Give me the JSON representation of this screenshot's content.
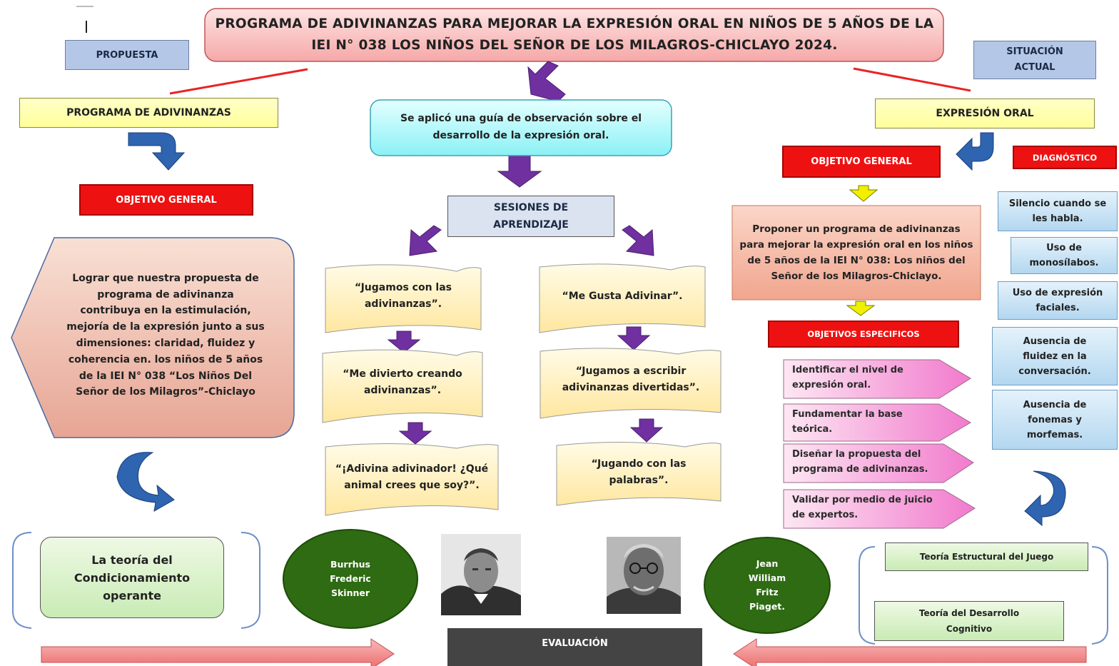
{
  "title": "PROGRAMA DE ADIVINANZAS PARA MEJORAR LA EXPRESIÓN ORAL EN NIÑOS DE 5 AÑOS DE LA IEI N° 038 LOS NIÑOS DEL SEÑOR DE LOS MILAGROS-CHICLAYO 2024.",
  "labels": {
    "propuesta": "PROPUESTA",
    "situacion_actual": "SITUACIÓN ACTUAL"
  },
  "left": {
    "programa": "PROGRAMA DE ADIVINANZAS",
    "objetivo_general": "OBJETIVO GENERAL",
    "objetivo_text": "Lograr que nuestra propuesta de programa de adivinanza contribuya en la estimulación, mejoría de la expresión junto a sus dimensiones: claridad, fluidez y coherencia en. los niños de 5 años de la IEI N° 038 “Los Niños Del Señor de los Milagros”-Chiclayo",
    "teoria": "La teoría del Condicionamiento operante",
    "author": "Burrhus Frederic Skinner"
  },
  "center": {
    "guia": "Se aplicó una guía de observación sobre el desarrollo de la expresión oral.",
    "sesiones": "SESIONES DE APRENDIZAJE",
    "sessions_left": [
      "“Jugamos con las adivinanzas”.",
      "“Me divierto creando adivinanzas”.",
      "“¡Adivina adivinador! ¿Qué animal crees que soy?”."
    ],
    "sessions_right": [
      "“Me Gusta Adivinar”.",
      "“Jugamos a escribir adivinanzas divertidas”.",
      "“Jugando con las palabras”."
    ],
    "evaluacion": "EVALUACIÓN"
  },
  "right": {
    "expresion": "EXPRESIÓN ORAL",
    "objetivo_general": "OBJETIVO GENERAL",
    "diagnostico": "DIAGNÓSTICO",
    "objetivo_text": "Proponer un programa de adivinanzas para mejorar la expresión oral en los niños de 5 años de la IEI N° 038: Los niños del Señor de los Milagros-Chiclayo.",
    "objetivos_especificos": "OBJETIVOS ESPECIFICOS",
    "especificos": [
      "Identificar el nivel de expresión oral.",
      "Fundamentar la base teórica.",
      "Diseñar la propuesta del programa de adivinanzas.",
      "Validar por medio de juicio de expertos."
    ],
    "diagnostico_items": [
      "Silencio cuando se les habla.",
      "Uso de monosílabos.",
      "Uso de expresión faciales.",
      "Ausencia de fluidez en la conversación.",
      "Ausencia de fonemas y morfemas."
    ],
    "teorias": [
      "Teoría Estructural del Juego",
      "Teoría del Desarrollo Cognitivo"
    ],
    "author": "Jean William Fritz Piaget."
  },
  "colors": {
    "purple_arrow": "#7030a0",
    "blue_arrow": "#2e64b0",
    "yellow_arrow": "#e8e800",
    "red_box": "#ee1111",
    "green_circle": "#2e6b12"
  }
}
